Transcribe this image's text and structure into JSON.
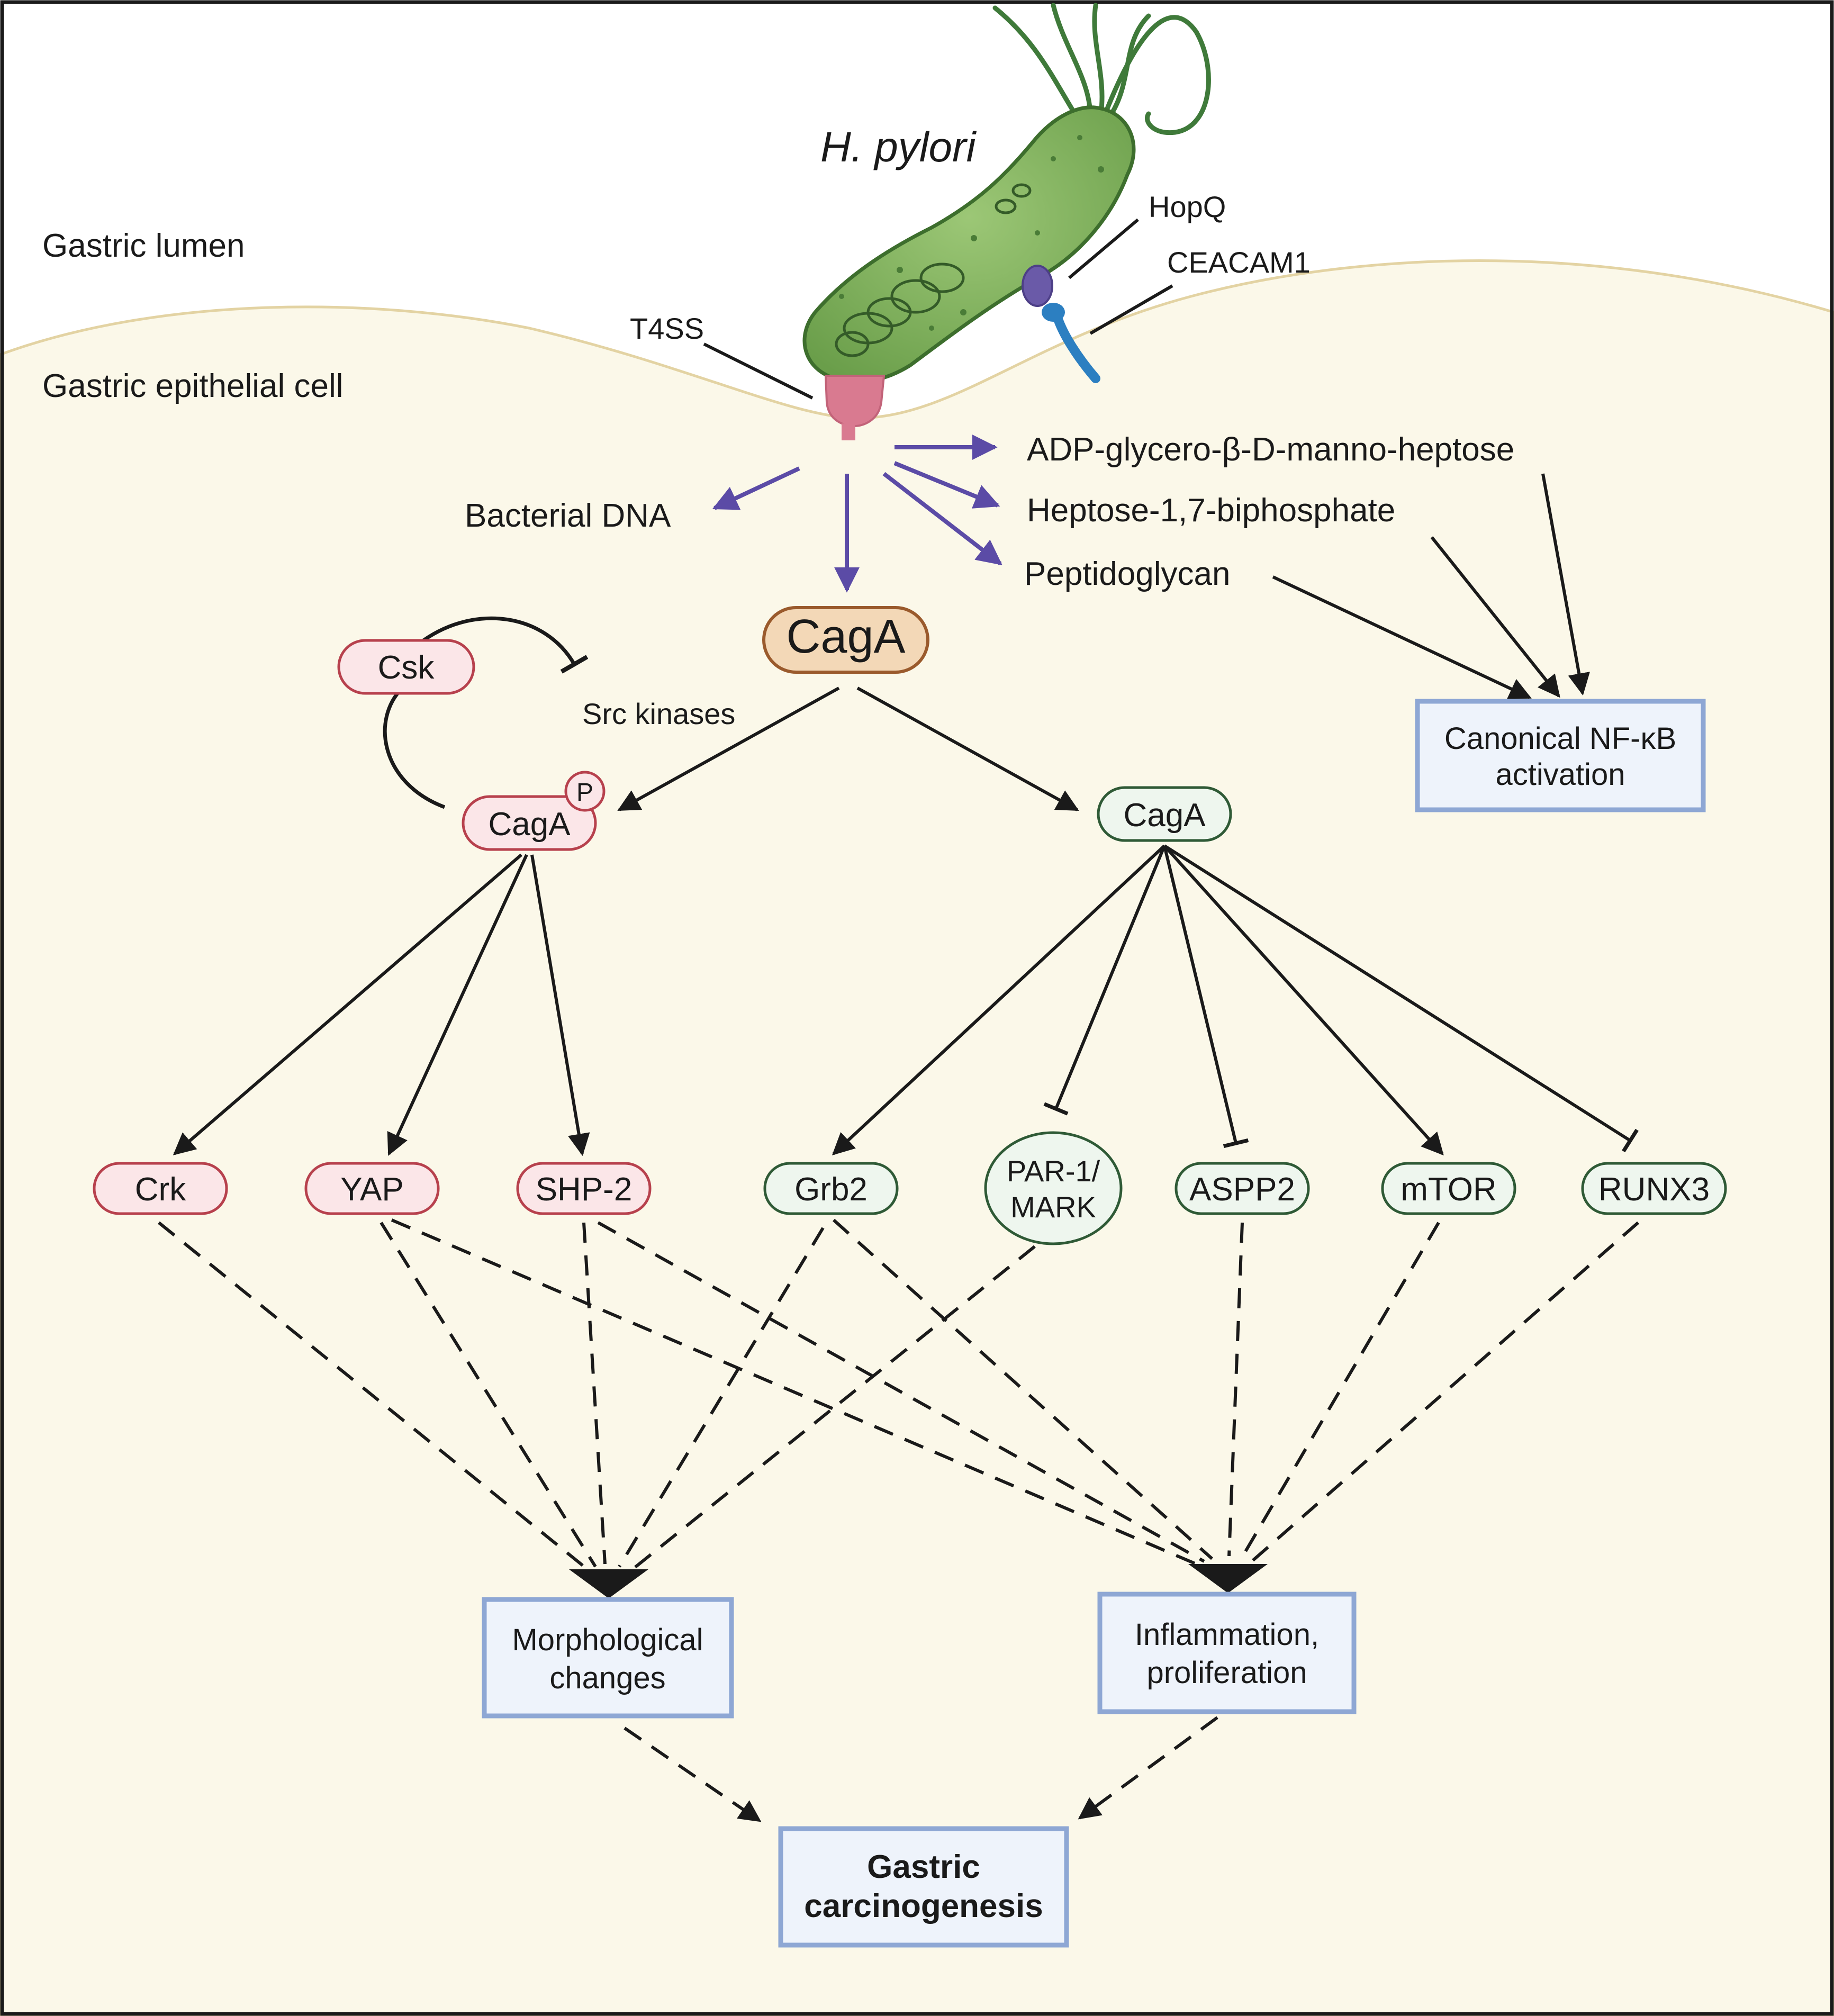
{
  "regions": {
    "lumen": "Gastric lumen",
    "cell": "Gastric epithelial cell"
  },
  "bacterium": {
    "name": "H. pylori",
    "t4ss": "T4SS",
    "hopq": "HopQ",
    "ceacam1": "CEACAM1"
  },
  "effectors": {
    "adp_heptose": "ADP-glycero-β-D-manno-heptose",
    "hbp": "Heptose-1,7-biphosphate",
    "peptidoglycan": "Peptidoglycan",
    "bacterial_dna": "Bacterial DNA"
  },
  "nfkb": {
    "line1": "Canonical NF-κB",
    "line2": "activation"
  },
  "caga_main": "CagA",
  "csk": "Csk",
  "src": "Src kinases",
  "caga_p": {
    "label": "CagA",
    "phospho": "P"
  },
  "caga_np": "CagA",
  "phospho_targets": [
    "Crk",
    "YAP",
    "SHP-2"
  ],
  "np_targets": {
    "grb2": "Grb2",
    "par1_line1": "PAR-1/",
    "par1_line2": "MARK",
    "aspp2": "ASPP2",
    "mtor": "mTOR",
    "runx3": "RUNX3"
  },
  "outcomes": {
    "morph_line1": "Morphological",
    "morph_line2": "changes",
    "inflam_line1": "Inflammation,",
    "inflam_line2": "proliferation",
    "gastric_line1": "Gastric",
    "gastric_line2": "carcinogenesis"
  },
  "colors": {
    "cell_fill": "#fbf8e9",
    "membrane": "#e3d3a3",
    "purple_arrow": "#5b4ba6",
    "red_stroke": "#b7414d",
    "red_fill": "#fbe6e8",
    "green_stroke": "#2f5a36",
    "green_fill": "#eef6ee",
    "caga_fill": "#f3d8b7",
    "caga_stroke": "#9a5a2c",
    "box_stroke": "#8ea7d4",
    "box_fill": "#eef3fb",
    "bacterium": "#7fb15a",
    "t4ss": "#d97a90",
    "hopq": "#6a5aa8",
    "ceacam": "#2c7fc1"
  }
}
